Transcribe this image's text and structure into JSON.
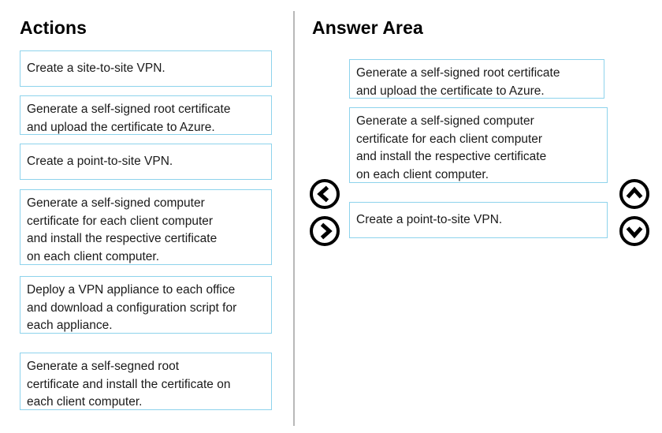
{
  "actions": {
    "title": "Actions",
    "items": [
      {
        "text": "Create a site-to-site VPN."
      },
      {
        "text": "Generate a self-signed root certificate\nand upload the certificate to Azure."
      },
      {
        "text": "Create a point-to-site VPN."
      },
      {
        "text": "Generate a self-signed computer\ncertificate for each client computer\nand install the respective certificate\non each client computer."
      },
      {
        "text": "Deploy a VPN appliance to each office\nand download a configuration script for\neach appliance."
      },
      {
        "text": "Generate a self-segned root\ncertificate and install the certificate on\neach client computer."
      }
    ]
  },
  "answer_area": {
    "title": "Answer Area",
    "items": [
      {
        "text": "Generate a self-signed root certificate\nand upload the certificate to Azure."
      },
      {
        "text": "Generate a self-signed computer\ncertificate for each client computer\nand install the respective certificate\non each client computer."
      },
      {
        "text": "Create a point-to-site VPN."
      }
    ]
  },
  "controls": {
    "move_left": "move-left",
    "move_right": "move-right",
    "move_up": "move-up",
    "move_down": "move-down"
  },
  "colors": {
    "tile_border": "#8ed3ec",
    "divider": "#b8b8b8",
    "text": "#1a1a1a",
    "background": "#ffffff"
  }
}
